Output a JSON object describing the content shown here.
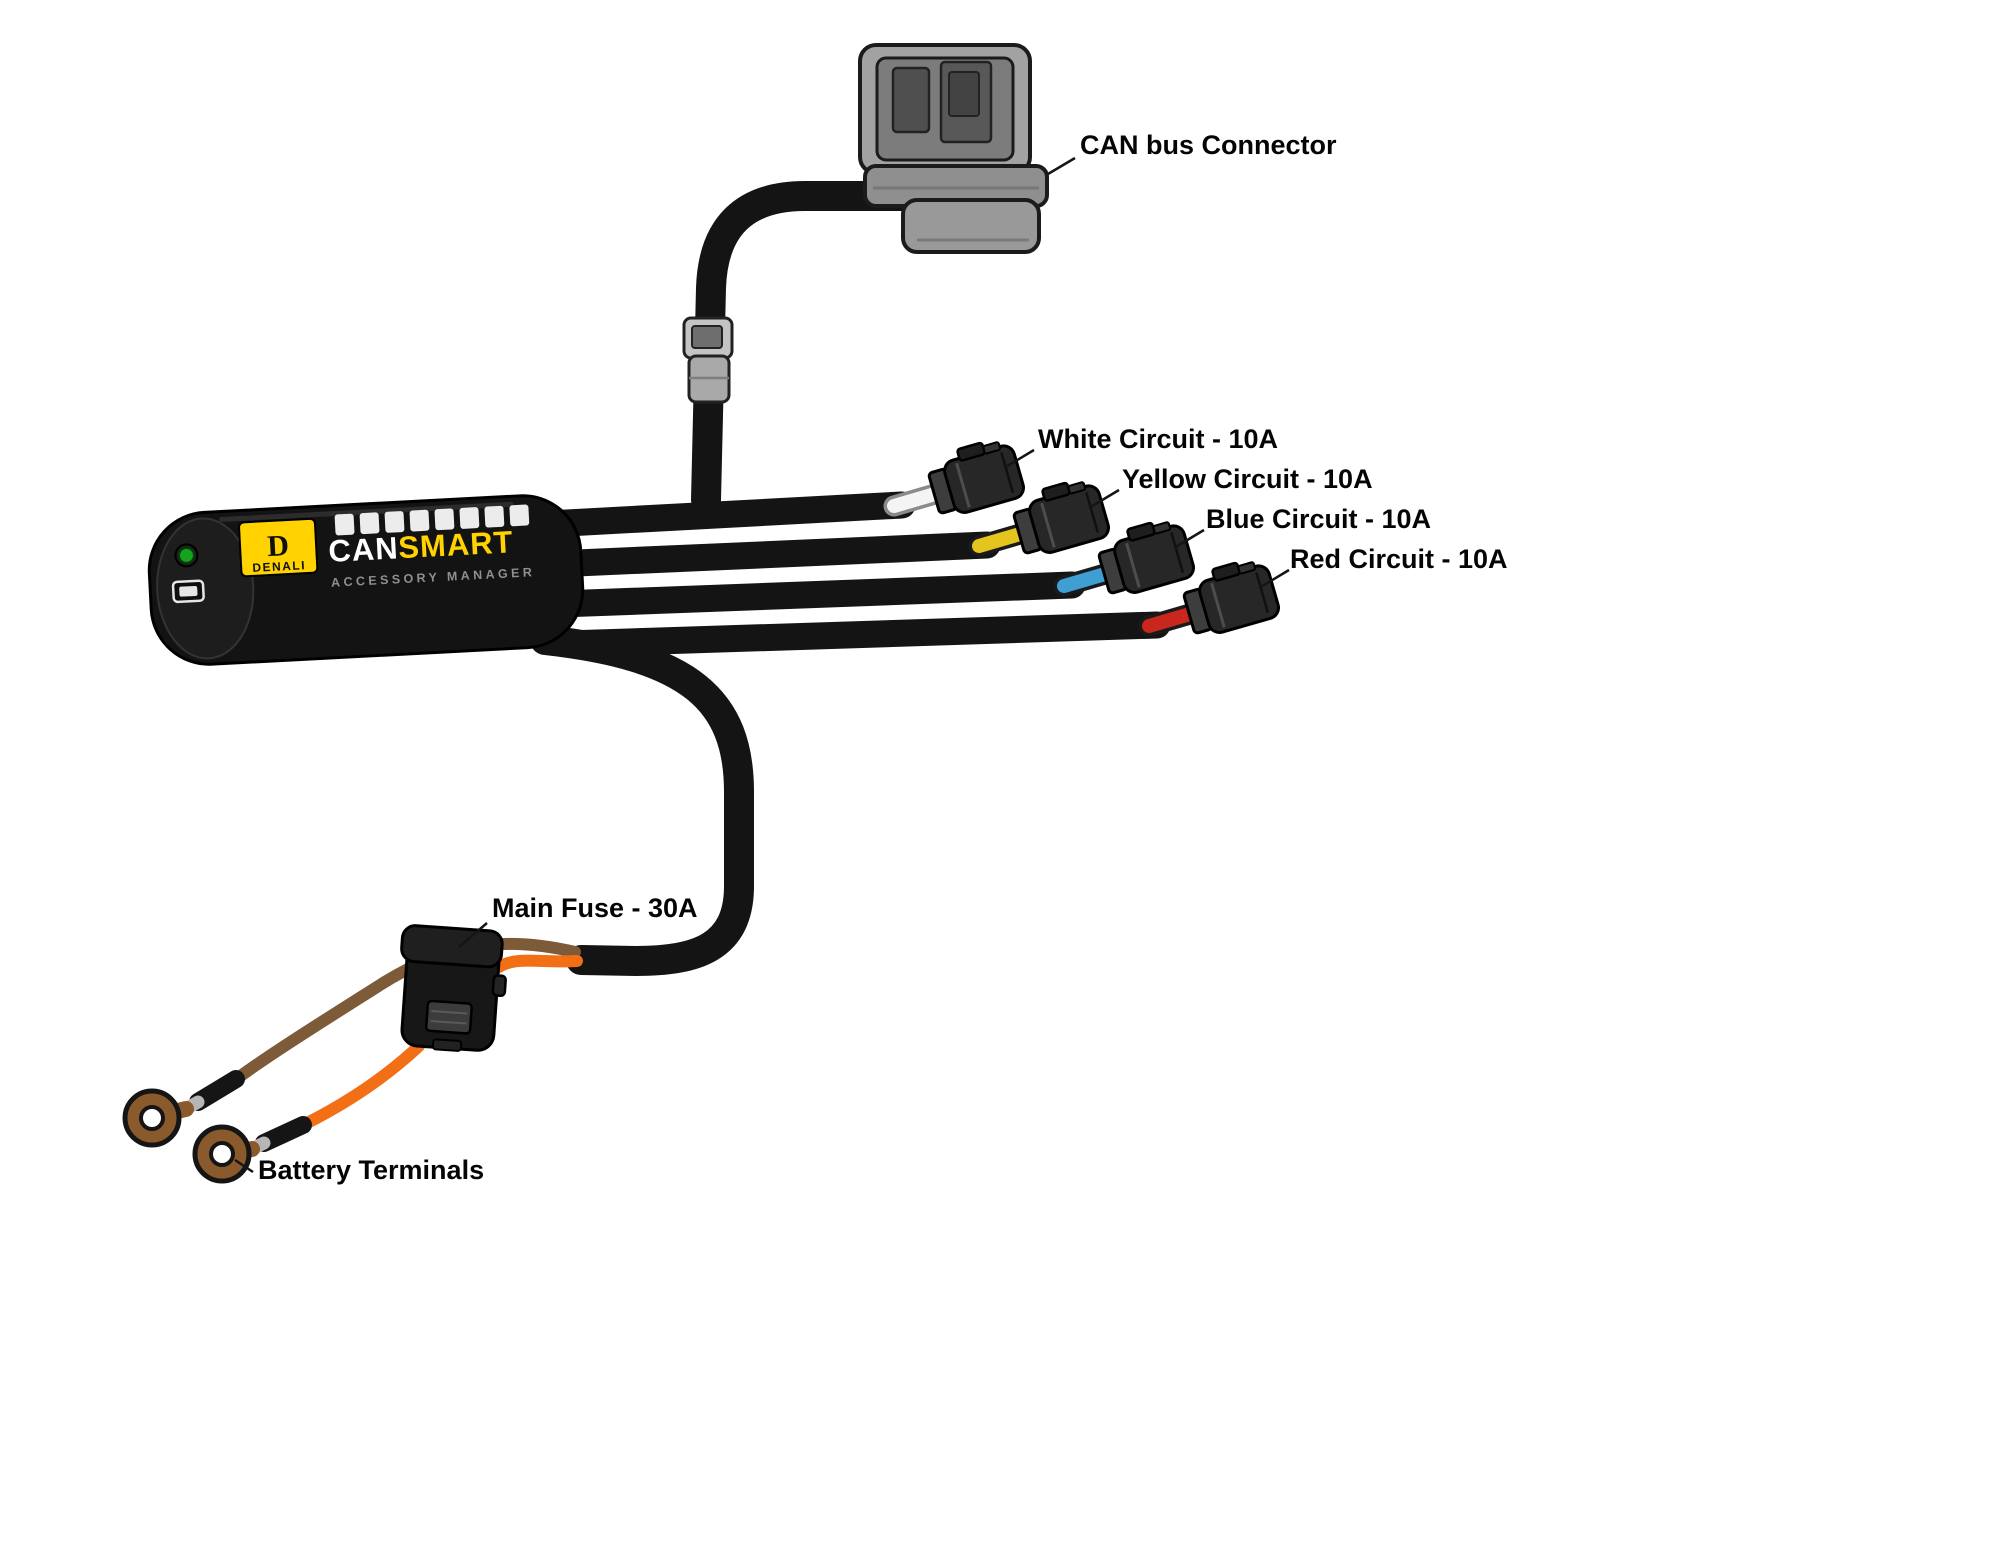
{
  "diagram": {
    "can_bus_label": "CAN bus Connector",
    "main_fuse_label": "Main Fuse - 30A",
    "battery_label": "Battery Terminals"
  },
  "device": {
    "brand": "DENALI",
    "logo_glyph": "D",
    "name_primary": "CAN",
    "name_secondary": "SMART",
    "subtitle": "ACCESSORY MANAGER",
    "brand_yellow": "#ffd200",
    "led_green": "#16a21c"
  },
  "circuits": [
    {
      "id": "white",
      "label": "White Circuit - 10A",
      "wire_color": "#f4f4f4"
    },
    {
      "id": "yellow",
      "label": "Yellow Circuit - 10A",
      "wire_color": "#e3c51e"
    },
    {
      "id": "blue",
      "label": "Blue Circuit - 10A",
      "wire_color": "#3f9fd2"
    },
    {
      "id": "red",
      "label": "Red Circuit - 10A",
      "wire_color": "#c9271d"
    }
  ],
  "power": {
    "orange_wire": "#f26f15",
    "brown_wire": "#7d5b38",
    "terminal_copper": "#8a5a2c"
  },
  "cable_color": "#141414"
}
